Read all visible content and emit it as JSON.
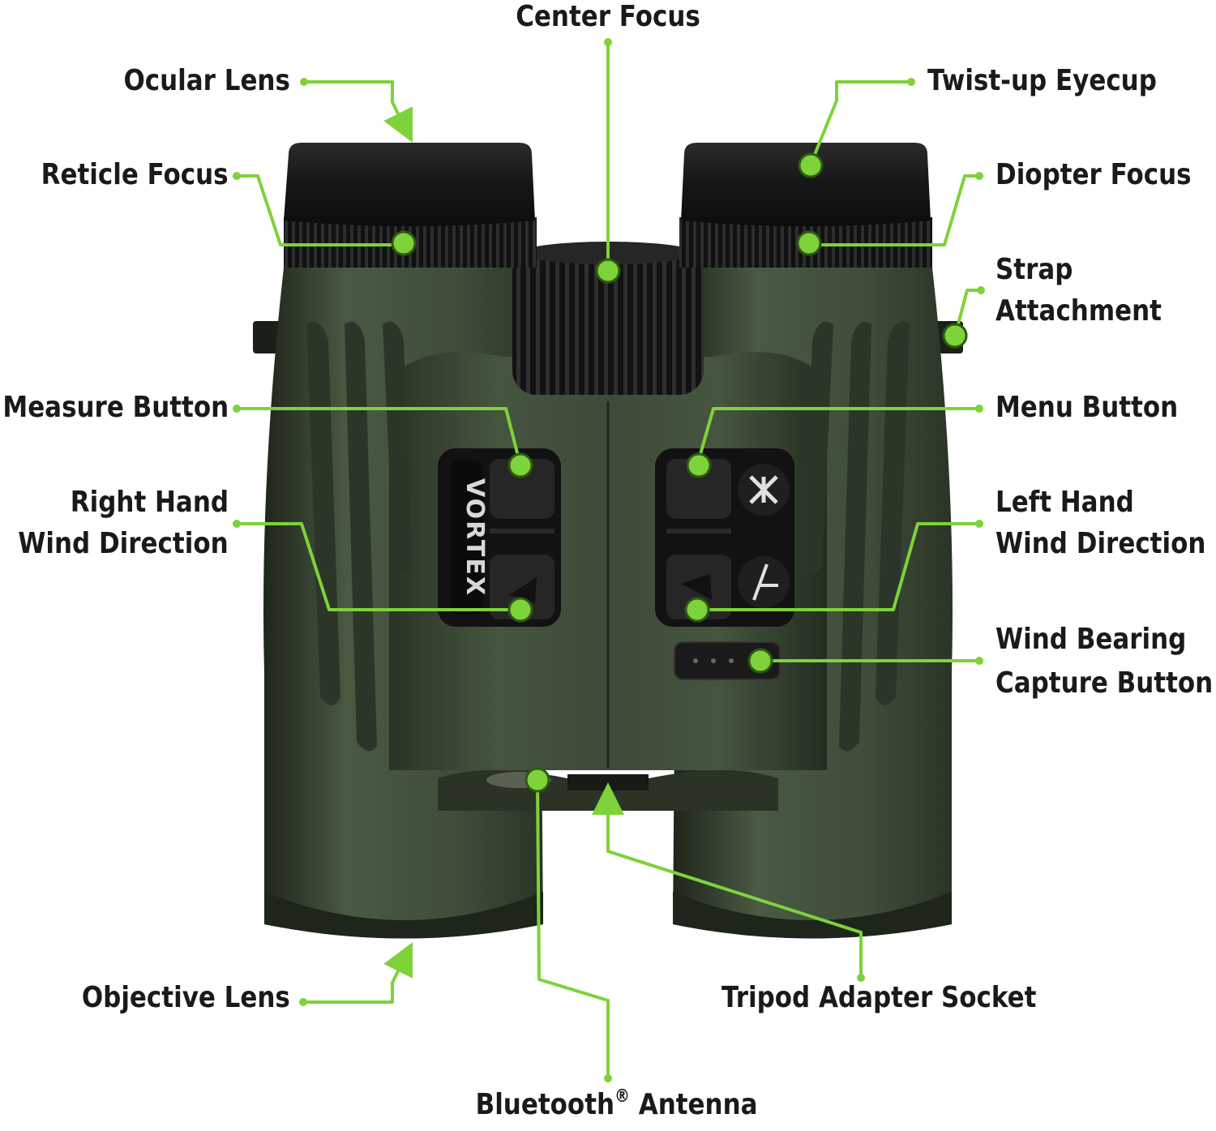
{
  "brand": {
    "logo_text": "VORTEX"
  },
  "colors": {
    "callout": "#7ed23a",
    "callout_dark": "#3c7a1a",
    "body_green": "#3e4b37",
    "body_dark": "#1c2219",
    "rubber": "#151515",
    "label_text": "#1a1a1a",
    "background": "#ffffff"
  },
  "labels": {
    "center_focus": "Center Focus",
    "ocular_lens": "Ocular Lens",
    "twist_up_eyecup": "Twist-up Eyecup",
    "reticle_focus": "Reticle Focus",
    "diopter_focus": "Diopter Focus",
    "strap_attachment_1": "Strap",
    "strap_attachment_2": "Attachment",
    "measure_button": "Measure Button",
    "menu_button": "Menu Button",
    "right_hand_wind_1": "Right Hand",
    "right_hand_wind_2": "Wind Direction",
    "left_hand_wind_1": "Left Hand",
    "left_hand_wind_2": "Wind Direction",
    "wind_bearing_1": "Wind Bearing",
    "wind_bearing_2": "Capture Button",
    "objective_lens": "Objective Lens",
    "tripod_adapter_socket": "Tripod Adapter Socket",
    "bluetooth_antenna": "Bluetooth",
    "bluetooth_reg": "®",
    "bluetooth_antenna_suffix": " Antenna"
  }
}
